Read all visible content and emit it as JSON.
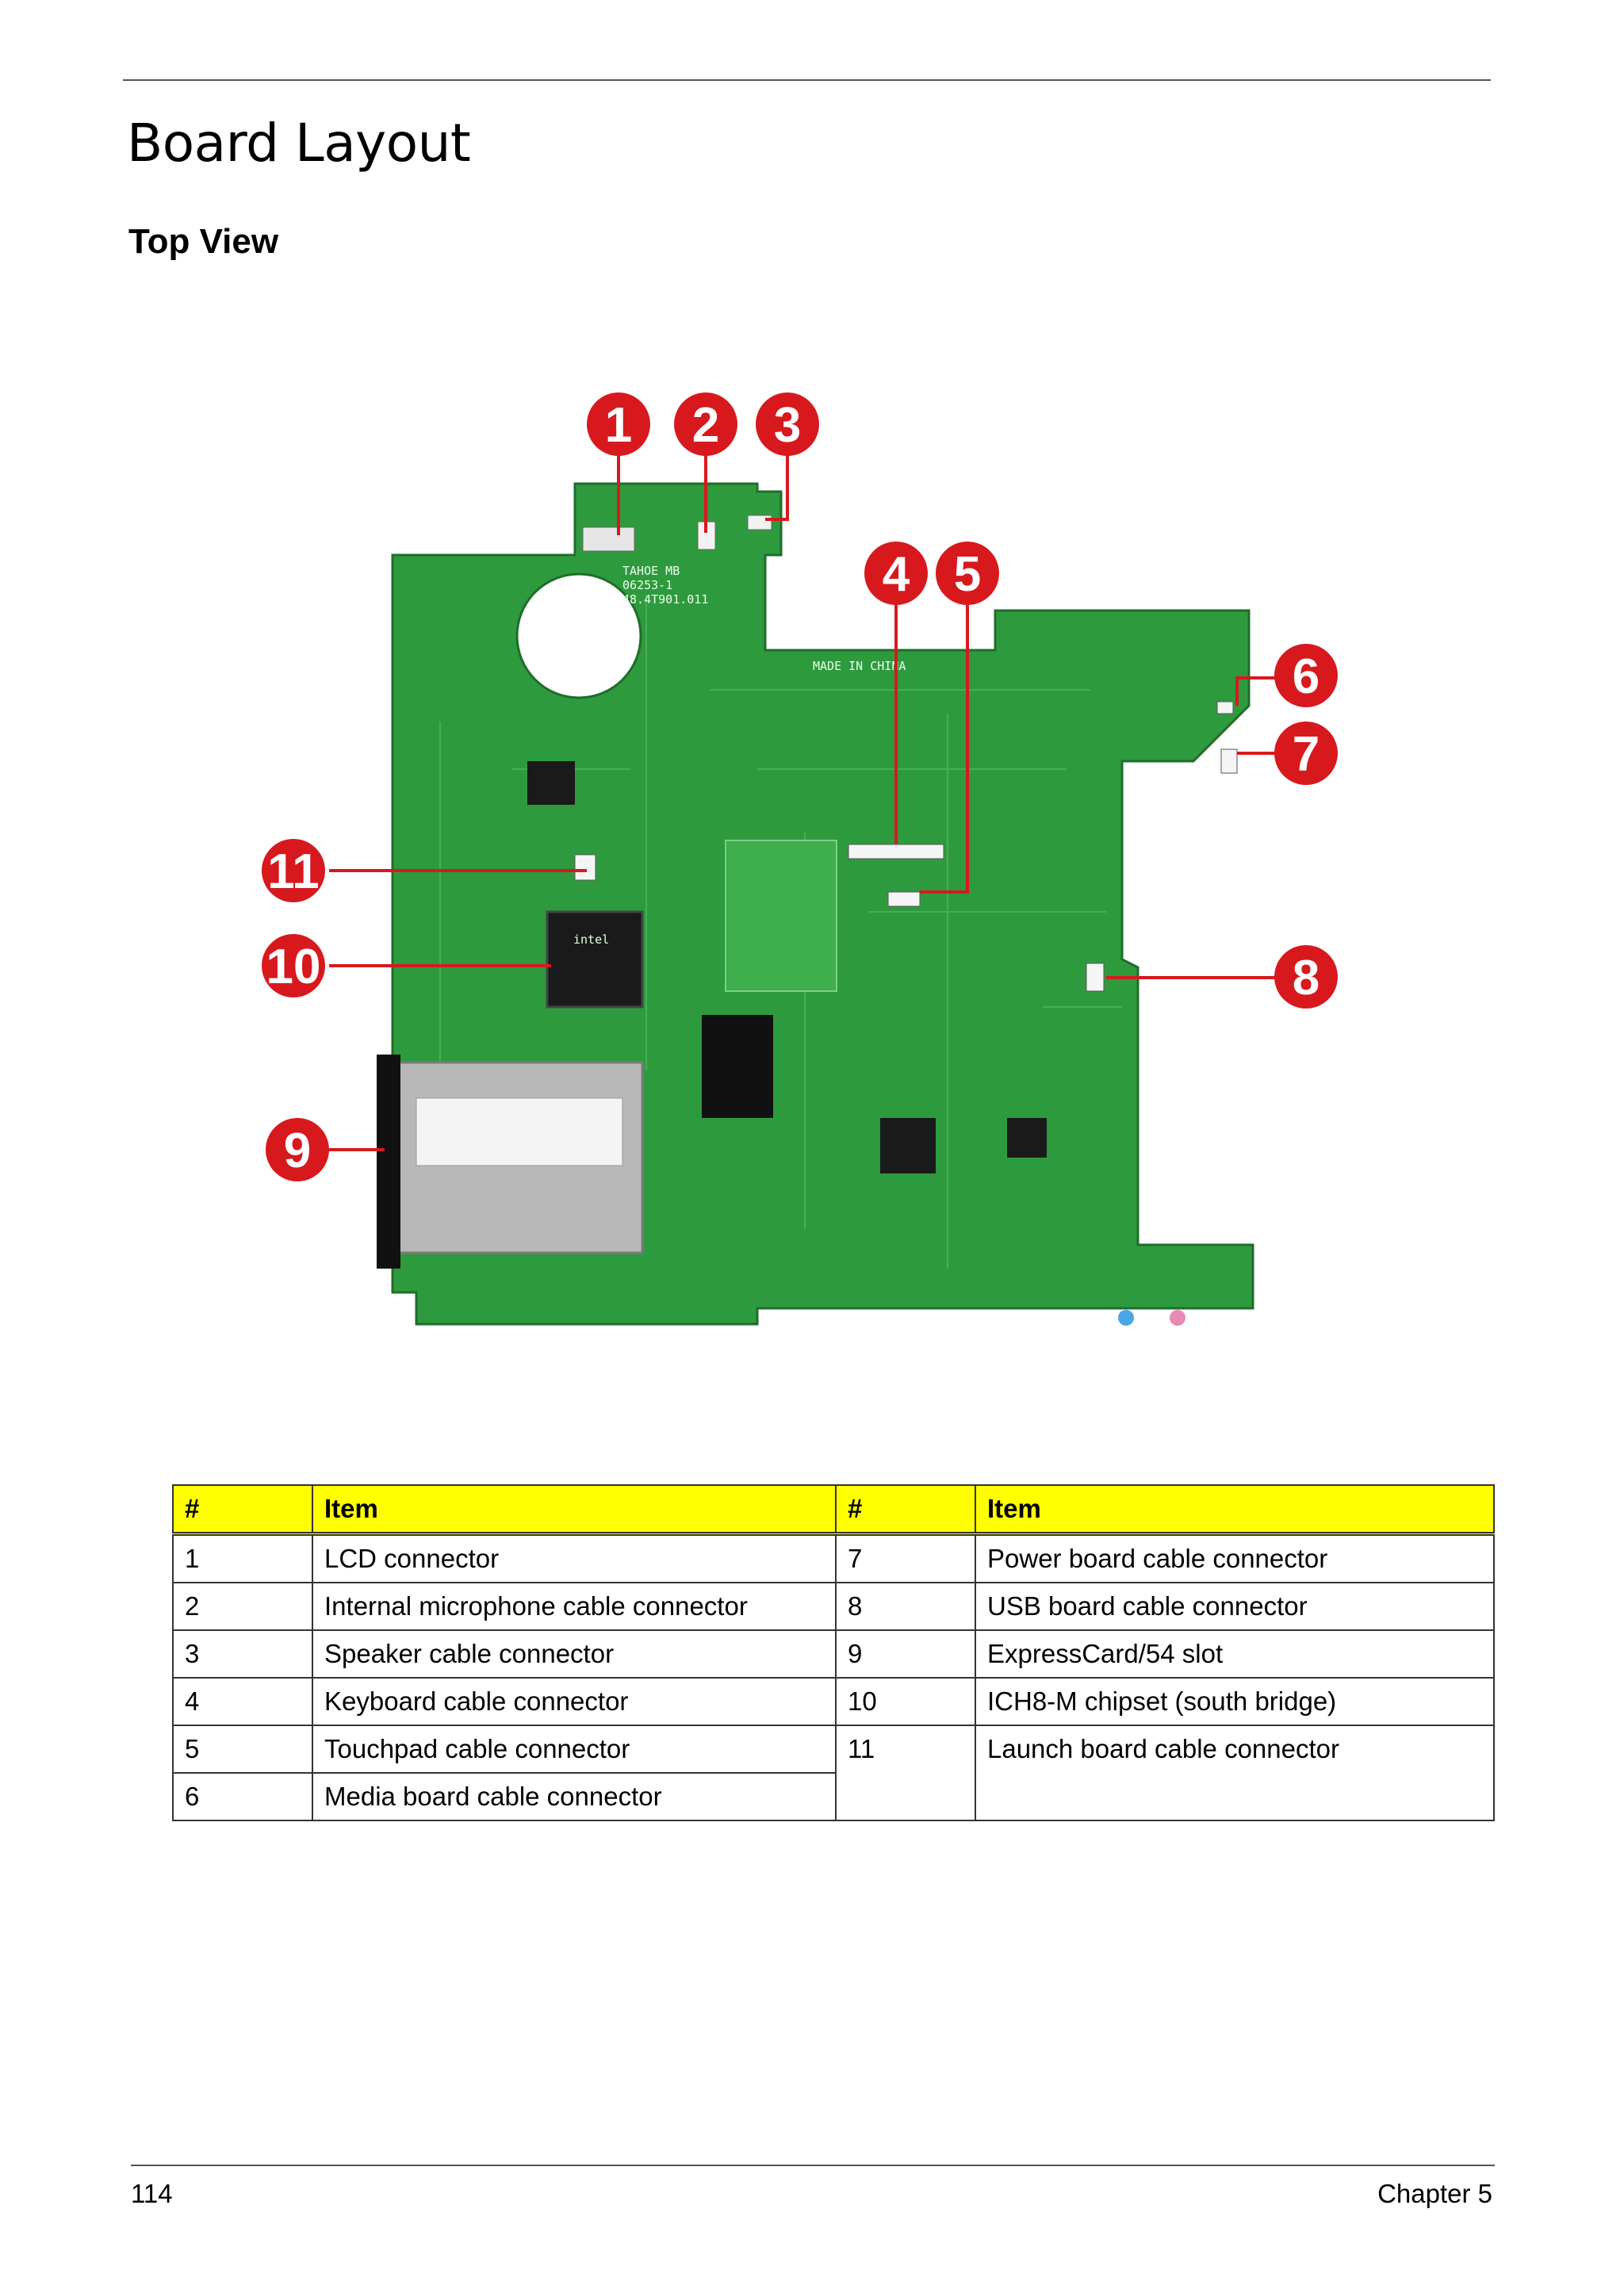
{
  "header": {
    "title": "Board Layout",
    "section": "Top View"
  },
  "figure": {
    "callouts": [
      "1",
      "2",
      "3",
      "4",
      "5",
      "6",
      "7",
      "8",
      "9",
      "10",
      "11"
    ],
    "board_markings": [
      "TAHOE MB",
      "06253-1",
      "48.4T901.011",
      "MADE IN CHINA",
      "intel"
    ],
    "colors": {
      "board": "#2e9a3e",
      "callout": "#d7191e",
      "background": "#ffffff"
    }
  },
  "table": {
    "headers": [
      "#",
      "Item",
      "#",
      "Item"
    ],
    "rows": [
      {
        "n1": "1",
        "item1": "LCD connector",
        "n2": "7",
        "item2": "Power board cable connector"
      },
      {
        "n1": "2",
        "item1": "Internal microphone cable connector",
        "n2": "8",
        "item2": "USB board cable connector"
      },
      {
        "n1": "3",
        "item1": "Speaker cable connector",
        "n2": "9",
        "item2": "ExpressCard/54 slot"
      },
      {
        "n1": "4",
        "item1": "Keyboard cable connector",
        "n2": "10",
        "item2": "ICH8-M chipset (south bridge)"
      },
      {
        "n1": "5",
        "item1": "Touchpad cable connector",
        "n2": "11",
        "item2": "Launch board cable connector"
      },
      {
        "n1": "6",
        "item1": "Media board cable connector"
      }
    ],
    "header_color": "#ffff00"
  },
  "footer": {
    "page_number": "114",
    "chapter": "Chapter 5"
  }
}
